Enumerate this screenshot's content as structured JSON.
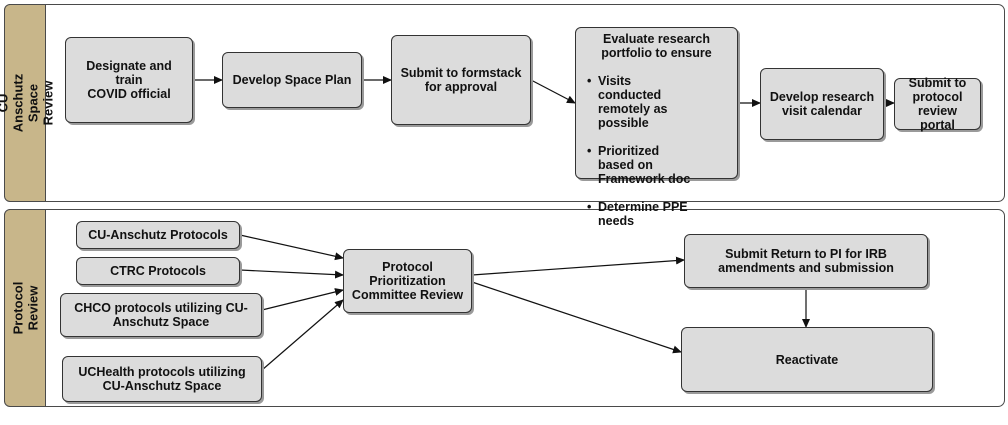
{
  "lanes": {
    "top_label": "CU Anschutz Space\nReview",
    "bottom_label": "Protocol Review"
  },
  "nodes": {
    "designate": "Designate and train\nCOVID official",
    "space_plan": "Develop Space Plan",
    "formstack": "Submit to formstack\nfor approval",
    "evaluate_intro": "Evaluate research\nportfolio to ensure",
    "evaluate_bullets": [
      "Visits\nconducted\nremotely as\npossible",
      "Prioritized\nbased on\nFramework doc",
      "Determine PPE\nneeds"
    ],
    "calendar": "Develop research\nvisit calendar",
    "protocol_portal": "Submit to\nprotocol\nreview portal",
    "cu_protocols": "CU-Anschutz Protocols",
    "ctrc_protocols": "CTRC Protocols",
    "chco_protocols": "CHCO protocols utilizing CU-\nAnschutz Space",
    "uchealth_protocols": "UCHealth protocols utilizing\nCU-Anschutz Space",
    "committee": "Protocol\nPrioritization\nCommittee Review",
    "return_pi": "Submit Return to PI for IRB\namendments and submission",
    "reactivate": "Reactivate"
  }
}
